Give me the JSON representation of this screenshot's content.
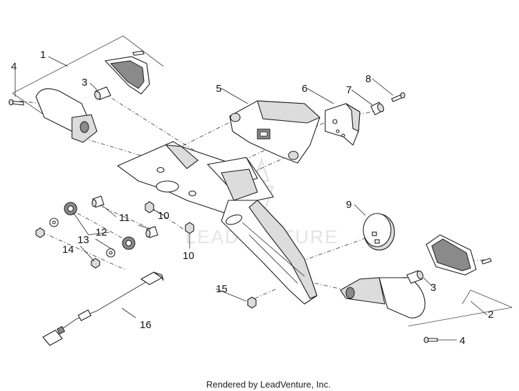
{
  "diagram": {
    "watermark": "LEADVENTURE",
    "credit": "Rendered by LeadVenture, Inc.",
    "callouts": [
      {
        "id": "c1",
        "label": "1"
      },
      {
        "id": "c2",
        "label": "2"
      },
      {
        "id": "c3a",
        "label": "3"
      },
      {
        "id": "c3b",
        "label": "3"
      },
      {
        "id": "c4a",
        "label": "4"
      },
      {
        "id": "c4b",
        "label": "4"
      },
      {
        "id": "c5",
        "label": "5"
      },
      {
        "id": "c6",
        "label": "6"
      },
      {
        "id": "c7",
        "label": "7"
      },
      {
        "id": "c8",
        "label": "8"
      },
      {
        "id": "c9",
        "label": "9"
      },
      {
        "id": "c10a",
        "label": "10"
      },
      {
        "id": "c10b",
        "label": "10"
      },
      {
        "id": "c11",
        "label": "11"
      },
      {
        "id": "c12",
        "label": "12"
      },
      {
        "id": "c13",
        "label": "13"
      },
      {
        "id": "c14",
        "label": "14"
      },
      {
        "id": "c15",
        "label": "15"
      },
      {
        "id": "c16",
        "label": "16"
      }
    ]
  }
}
